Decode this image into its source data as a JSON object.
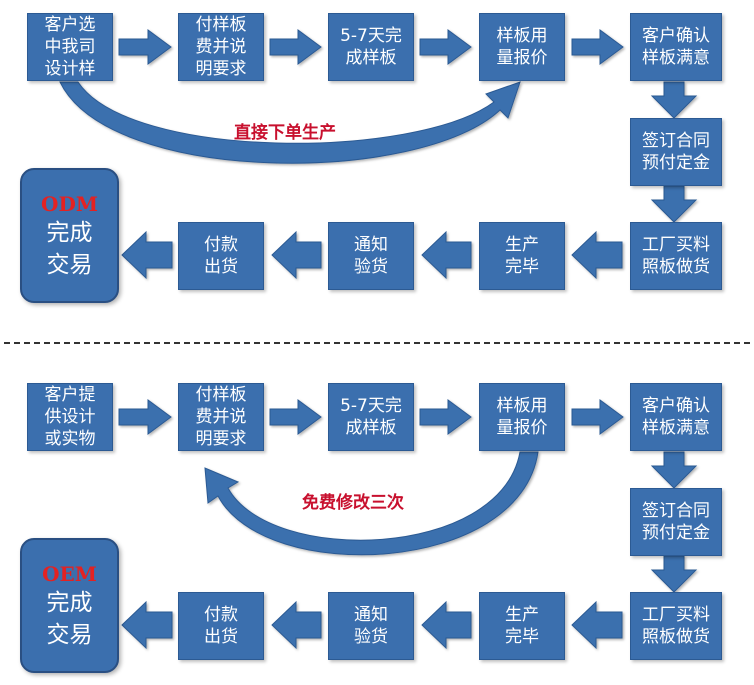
{
  "odm": {
    "steps": [
      [
        "客户选",
        "中我司",
        "设计样"
      ],
      [
        "付样板",
        "费并说",
        "明要求"
      ],
      [
        "5-7天完",
        "成样板"
      ],
      [
        "样板用",
        "量报价"
      ],
      [
        "客户确认",
        "样板满意"
      ],
      [
        "签订合同",
        "预付定金"
      ],
      [
        "工厂买料",
        "照板做货"
      ],
      [
        "生产",
        "完毕"
      ],
      [
        "通知",
        "验货"
      ],
      [
        "付款",
        "出货"
      ]
    ],
    "final": {
      "tag": "ODM",
      "line1": "完成",
      "line2": "交易"
    },
    "curve_label": "直接下单生产"
  },
  "oem": {
    "steps": [
      [
        "客户提",
        "供设计",
        "或实物"
      ],
      [
        "付样板",
        "费并说",
        "明要求"
      ],
      [
        "5-7天完",
        "成样板"
      ],
      [
        "样板用",
        "量报价"
      ],
      [
        "客户确认",
        "样板满意"
      ],
      [
        "签订合同",
        "预付定金"
      ],
      [
        "工厂买料",
        "照板做货"
      ],
      [
        "生产",
        "完毕"
      ],
      [
        "通知",
        "验货"
      ],
      [
        "付款",
        "出货"
      ]
    ],
    "final": {
      "tag": "OEM",
      "line1": "完成",
      "line2": "交易"
    },
    "curve_label": "免费修改三次"
  },
  "colors": {
    "box": "#3b6fae",
    "arrow": "#3b6fae",
    "label": "#c8102e",
    "tag": "#e32222"
  }
}
